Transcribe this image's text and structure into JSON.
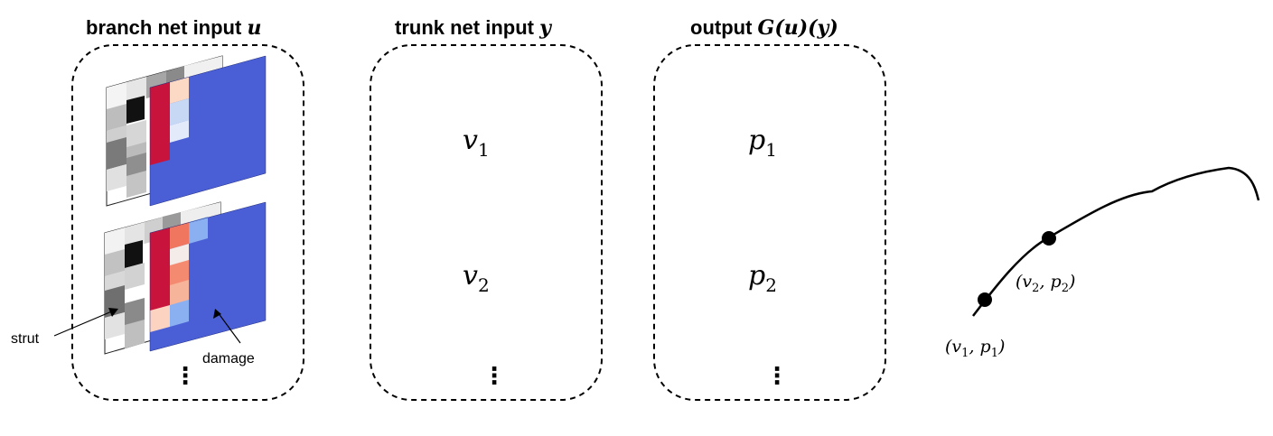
{
  "headers": {
    "branch_text": "branch net input ",
    "branch_var": "u",
    "trunk_text": "trunk net input ",
    "trunk_var": "y",
    "output_text": "output ",
    "output_var": "G(u)(y)"
  },
  "trunk": {
    "v1_base": "v",
    "v1_sub": "1",
    "v2_base": "v",
    "v2_sub": "2",
    "ellipsis": "⋮"
  },
  "output": {
    "p1_base": "p",
    "p1_sub": "1",
    "p2_base": "p",
    "p2_sub": "2",
    "ellipsis": "⋮"
  },
  "branch": {
    "strut_label": "strut",
    "damage_label": "damage",
    "ellipsis": "⋮"
  },
  "curve_points": {
    "point1": {
      "open": "(",
      "a": "v",
      "a_sub": "1",
      "comma": ", ",
      "b": "p",
      "b_sub": "1",
      "close": ")"
    },
    "point2": {
      "open": "(",
      "a": "v",
      "a_sub": "2",
      "comma": ", ",
      "b": "p",
      "b_sub": "2",
      "close": ")"
    }
  },
  "colors": {
    "damage_blue": "#4a5fd6",
    "strut_red": "#c8143c",
    "box_stroke": "#000000"
  }
}
